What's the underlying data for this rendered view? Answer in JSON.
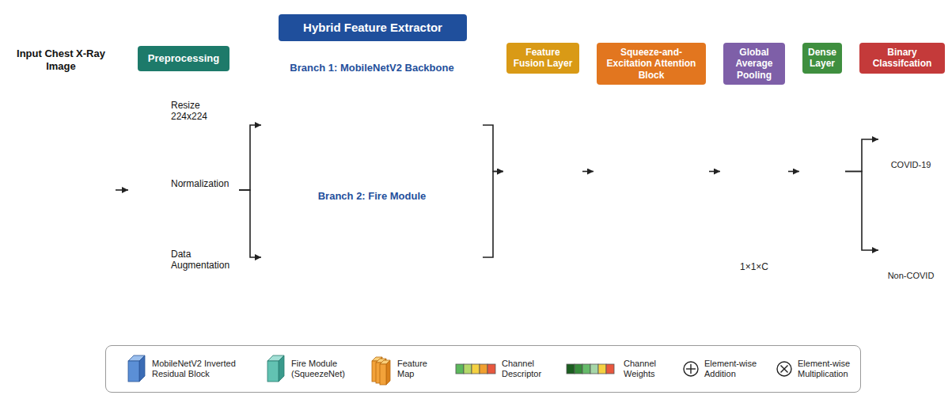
{
  "diagram": {
    "nodes": [
      {
        "text": [
          "Input Chest X-Ray Image"
        ]
      },
      {
        "text": [
          "Preprocessing"
        ]
      },
      {
        "text": [
          "Resize 224x224"
        ],
        "in": 1
      },
      {
        "text": [
          "Normalization"
        ],
        "in": 1
      },
      {
        "text": [
          "Data Augmentation"
        ],
        "in": 1
      },
      {
        "text": [
          "Hybrid Feature Extractor"
        ]
      },
      {
        "text": [
          "Branch 1: MobileNetV2 Backbone"
        ],
        "in": 5
      },
      {
        "text": [
          "Branch 2: Fire Module"
        ],
        "in": 5
      },
      {
        "text": [
          "Feature Fusion Layer"
        ]
      },
      {
        "text": [
          "Squeeze-and-Excitation Attention Block"
        ]
      },
      {
        "text": [
          "Global Average Pooling",
          "1×1×C"
        ]
      },
      {
        "text": [
          "Dense Layer"
        ]
      },
      {
        "text": [
          "Binary Classifcation"
        ]
      },
      {
        "text": [
          "COVID-19"
        ],
        "in": 12
      },
      {
        "text": [
          "Non-COVID"
        ],
        "in": 12
      }
    ],
    "edges": [
      {
        "from": 0,
        "to": 1,
        "arrow": "to"
      },
      {
        "from": 1,
        "to": 6,
        "arrow": "to"
      },
      {
        "from": 1,
        "to": 7,
        "arrow": "to"
      },
      {
        "from": 6,
        "to": 8,
        "arrow": "to"
      },
      {
        "from": 7,
        "to": 8,
        "arrow": "to"
      },
      {
        "from": 8,
        "to": 9,
        "arrow": "to"
      },
      {
        "from": 9,
        "to": 10,
        "arrow": "to"
      },
      {
        "from": 10,
        "to": 11,
        "arrow": "to"
      },
      {
        "from": 11,
        "to": 13,
        "arrow": "to"
      },
      {
        "from": 11,
        "to": 14,
        "arrow": "to"
      }
    ],
    "legend": [
      {
        "text": "MobileNetV2 Inverted Residual Block"
      },
      {
        "text": "Fire Module (SqueezeNet)"
      },
      {
        "text": "Feature Map"
      },
      {
        "text": "Channel Descriptor"
      },
      {
        "text": "Channel Weights"
      },
      {
        "text": "Element-wise Addition"
      },
      {
        "text": "Element-wise Multiplication"
      }
    ]
  }
}
